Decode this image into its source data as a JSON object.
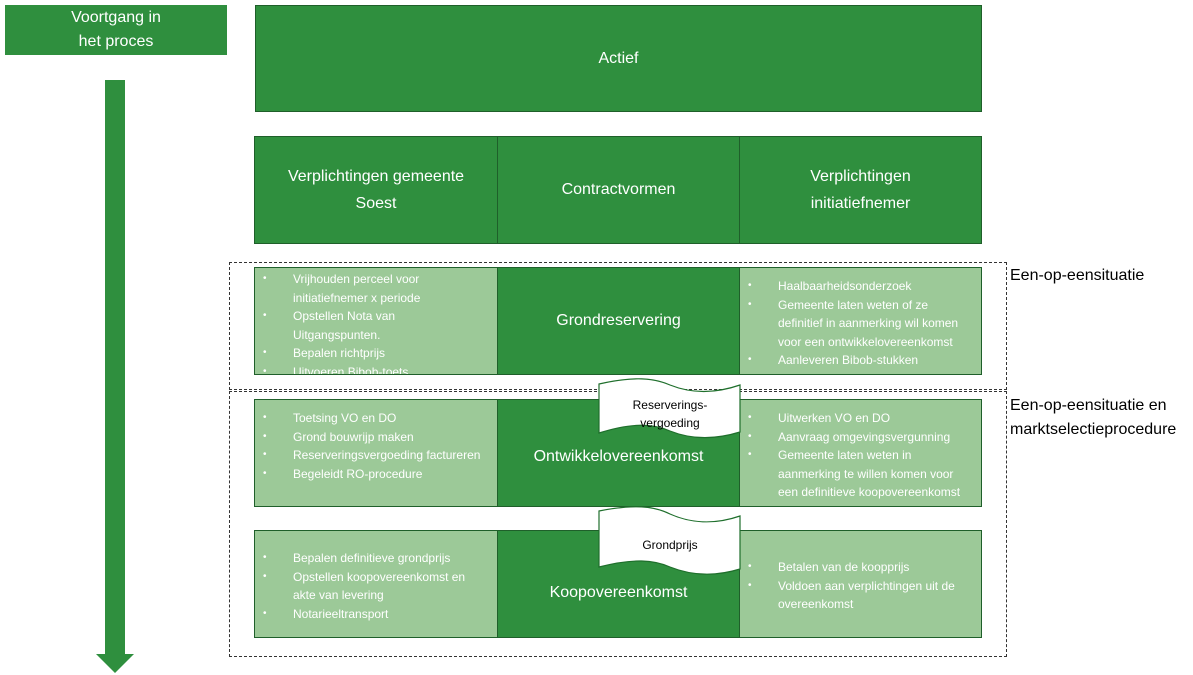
{
  "progress_label": [
    "Voortgang in",
    "het proces"
  ],
  "header": {
    "title": "Actief"
  },
  "columns": {
    "left": [
      "Verplichtingen gemeente",
      "Soest"
    ],
    "middle": "Contractvormen",
    "right": [
      "Verplichtingen",
      "initiatiefnemer"
    ]
  },
  "situations": {
    "first": "Een-op-eensituatie",
    "second": [
      "Een-op-eensituatie en",
      "marktselectieprocedure"
    ]
  },
  "rows": [
    {
      "contract": "Grondreservering",
      "left": [
        "Vrijhouden perceel voor initiatiefnemer x periode",
        "Opstellen Nota van Uitgangspunten.",
        "Bepalen richtprijs",
        "Uitvoeren Bibob-toets"
      ],
      "right": [
        "Haalbaarheidsonderzoek",
        "Gemeente laten weten of ze definitief in aanmerking wil komen voor een ontwikkelovereenkomst",
        "Aanleveren Bibob-stukken"
      ]
    },
    {
      "contract": "Ontwikkelovereenkomst",
      "left": [
        "Toetsing VO en DO",
        "Grond bouwrijp maken",
        "Reserveringsvergoeding factureren",
        "Begeleidt RO-procedure"
      ],
      "right": [
        "Uitwerken VO en DO",
        "Aanvraag omgevingsvergunning",
        "Gemeente laten weten in aanmerking te willen komen voor een definitieve koopovereenkomst"
      ]
    },
    {
      "contract": "Koopovereenkomst",
      "left": [
        "Bepalen definitieve grondprijs",
        "Opstellen koopovereenkomst en akte van levering",
        "Notarieeltransport"
      ],
      "right": [
        "Betalen van de koopprijs",
        "Voldoen aan verplichtingen uit de overeenkomst"
      ]
    }
  ],
  "banners": {
    "first": [
      "Reserverings-",
      "vergoeding"
    ],
    "second": "Grondprijs"
  },
  "colors": {
    "dark_green": "#2f8f3e",
    "light_green": "#9cc998",
    "border": "#1f5f2a"
  }
}
